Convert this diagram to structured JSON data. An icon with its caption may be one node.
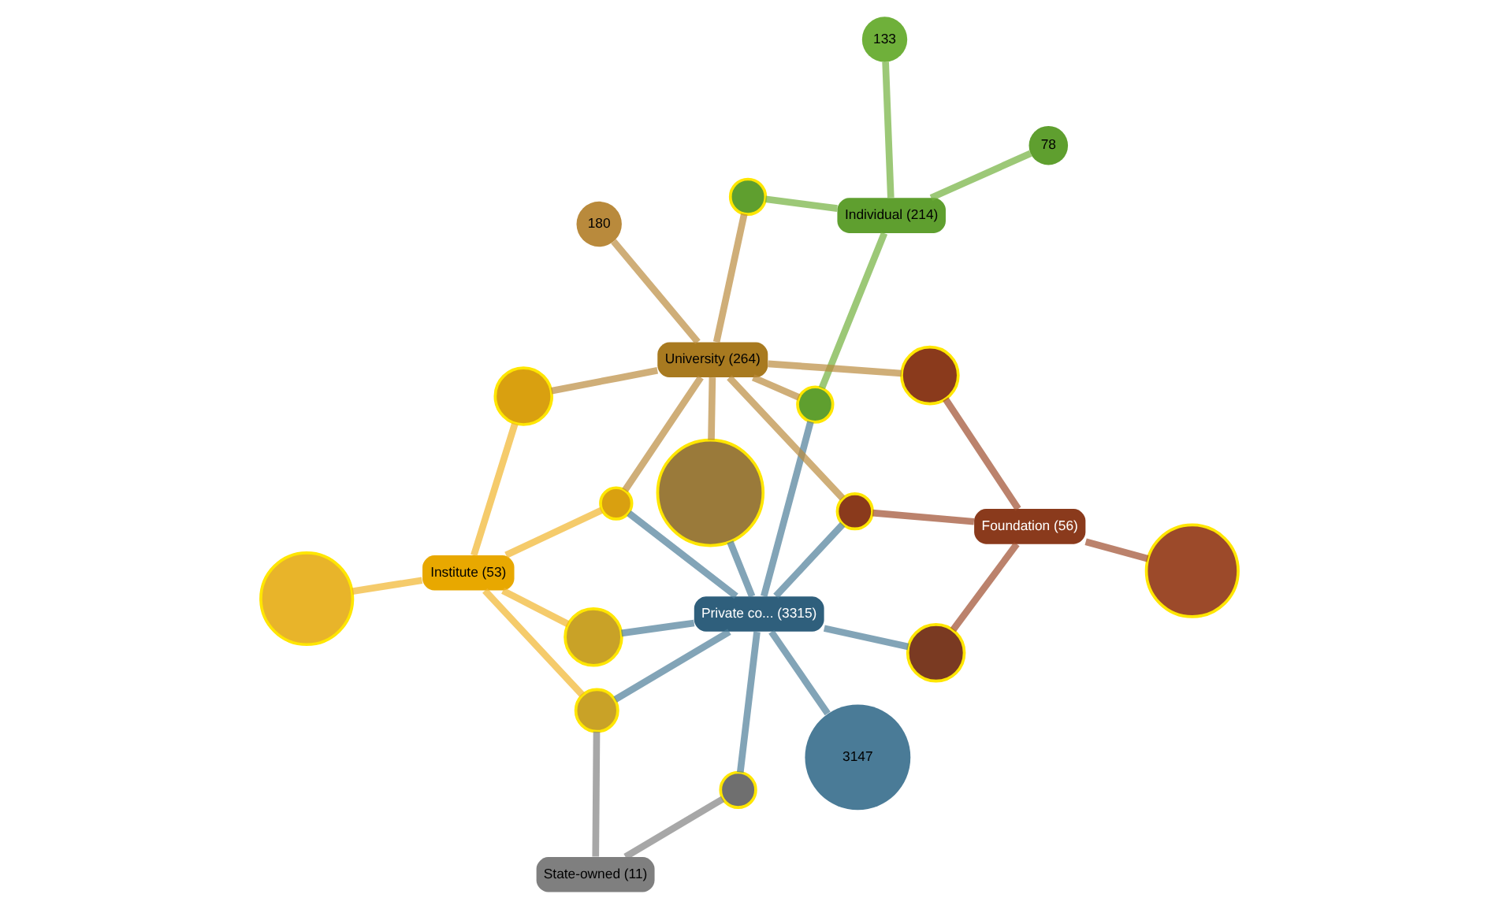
{
  "diagram": {
    "nodes": [
      {
        "text": [],
        "shape": "circle"
      },
      {
        "text": [
          "State-owned (11)"
        ]
      },
      {
        "text": [
          "Institute (53)"
        ]
      },
      {
        "text": [],
        "shape": "circle"
      },
      {
        "text": [],
        "shape": "circle"
      },
      {
        "text": [],
        "shape": "circle"
      },
      {
        "text": [
          "Private co... (3315)"
        ]
      },
      {
        "text": [],
        "shape": "circle"
      },
      {
        "text": [],
        "shape": "circle"
      },
      {
        "text": [
          "3147"
        ]
      },
      {
        "text": [],
        "shape": "circle"
      },
      {
        "text": [],
        "shape": "circle"
      },
      {
        "text": [
          "78"
        ]
      },
      {
        "text": [],
        "shape": "circle"
      },
      {
        "text": [],
        "shape": "circle"
      },
      {
        "text": [],
        "shape": "circle"
      },
      {
        "text": [
          "Individual (214)"
        ]
      },
      {
        "text": [
          "University (264)"
        ]
      },
      {
        "text": [],
        "shape": "circle"
      },
      {
        "text": [
          "133"
        ]
      },
      {
        "text": [],
        "shape": "circle"
      },
      {
        "text": [
          "Foundation (56)"
        ]
      },
      {
        "text": [
          "180"
        ]
      }
    ],
    "edges": [
      {
        "from": 1,
        "to": 0,
        "arrow": "none",
        "color": "#7f7f7f"
      },
      {
        "from": 1,
        "to": 5,
        "arrow": "none",
        "color": "#7f7f7f"
      },
      {
        "from": 6,
        "to": 0,
        "arrow": "none",
        "color": "#4a7b97"
      },
      {
        "from": 6,
        "to": 5,
        "arrow": "none",
        "color": "#4a7b97"
      },
      {
        "from": 6,
        "to": 4,
        "arrow": "none",
        "color": "#4a7b97"
      },
      {
        "from": 6,
        "to": 7,
        "arrow": "none",
        "color": "#4a7b97"
      },
      {
        "from": 6,
        "to": 9,
        "arrow": "none",
        "color": "#4a7b97"
      },
      {
        "from": 6,
        "to": 10,
        "arrow": "none",
        "color": "#4a7b97"
      },
      {
        "from": 6,
        "to": 11,
        "arrow": "none",
        "color": "#4a7b97"
      },
      {
        "from": 6,
        "to": 14,
        "arrow": "none",
        "color": "#4a7b97"
      },
      {
        "from": 6,
        "to": 15,
        "arrow": "none",
        "color": "#4a7b97"
      },
      {
        "from": 2,
        "to": 0,
        "arrow": "none",
        "color": "#f0b429"
      },
      {
        "from": 2,
        "to": 3,
        "arrow": "none",
        "color": "#f0b429"
      },
      {
        "from": 2,
        "to": 4,
        "arrow": "none",
        "color": "#f0b429"
      },
      {
        "from": 2,
        "to": 7,
        "arrow": "none",
        "color": "#f0b429"
      },
      {
        "from": 2,
        "to": 8,
        "arrow": "none",
        "color": "#f0b429"
      },
      {
        "from": 16,
        "to": 12,
        "arrow": "none",
        "color": "#6fb03a"
      },
      {
        "from": 16,
        "to": 14,
        "arrow": "none",
        "color": "#6fb03a"
      },
      {
        "from": 16,
        "to": 18,
        "arrow": "none",
        "color": "#6fb03a"
      },
      {
        "from": 16,
        "to": 19,
        "arrow": "none",
        "color": "#6fb03a"
      },
      {
        "from": 17,
        "to": 14,
        "arrow": "none",
        "color": "#b98a3c"
      },
      {
        "from": 17,
        "to": 11,
        "arrow": "none",
        "color": "#b98a3c"
      },
      {
        "from": 17,
        "to": 10,
        "arrow": "none",
        "color": "#b98a3c"
      },
      {
        "from": 17,
        "to": 7,
        "arrow": "none",
        "color": "#b98a3c"
      },
      {
        "from": 17,
        "to": 8,
        "arrow": "none",
        "color": "#b98a3c"
      },
      {
        "from": 17,
        "to": 18,
        "arrow": "none",
        "color": "#b98a3c"
      },
      {
        "from": 17,
        "to": 22,
        "arrow": "none",
        "color": "#b98a3c"
      },
      {
        "from": 17,
        "to": 20,
        "arrow": "none",
        "color": "#b98a3c"
      },
      {
        "from": 21,
        "to": 10,
        "arrow": "none",
        "color": "#9c4a2a"
      },
      {
        "from": 21,
        "to": 15,
        "arrow": "none",
        "color": "#9c4a2a"
      },
      {
        "from": 21,
        "to": 13,
        "arrow": "none",
        "color": "#9c4a2a"
      },
      {
        "from": 21,
        "to": 20,
        "arrow": "none",
        "color": "#9c4a2a"
      }
    ]
  }
}
